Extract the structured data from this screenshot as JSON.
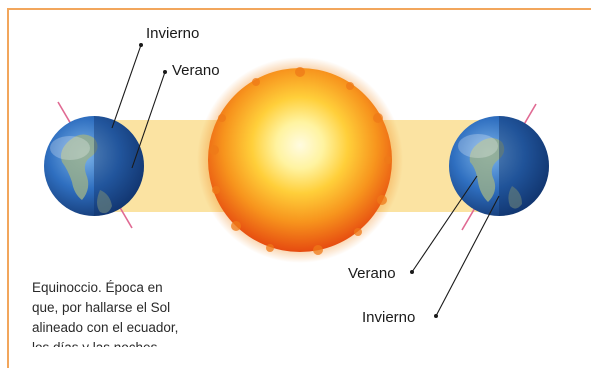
{
  "labels": {
    "left_winter": "Invierno",
    "left_summer": "Verano",
    "right_summer": "Verano",
    "right_winter": "Invierno"
  },
  "caption": {
    "lines": [
      "Equinoccio. Época en",
      "que, por hallarse el Sol",
      "alineado con el ecuador,",
      "los días y las noches"
    ]
  },
  "colors": {
    "frame": "#f2a65c",
    "light_band": "#fbe3a2",
    "sun_core": "#fffbe0",
    "sun_edge": "#e64a10",
    "earth_ocean": "#2f6fc0",
    "earth_shadow": "#0d2e63",
    "axis": "#e06a93"
  }
}
